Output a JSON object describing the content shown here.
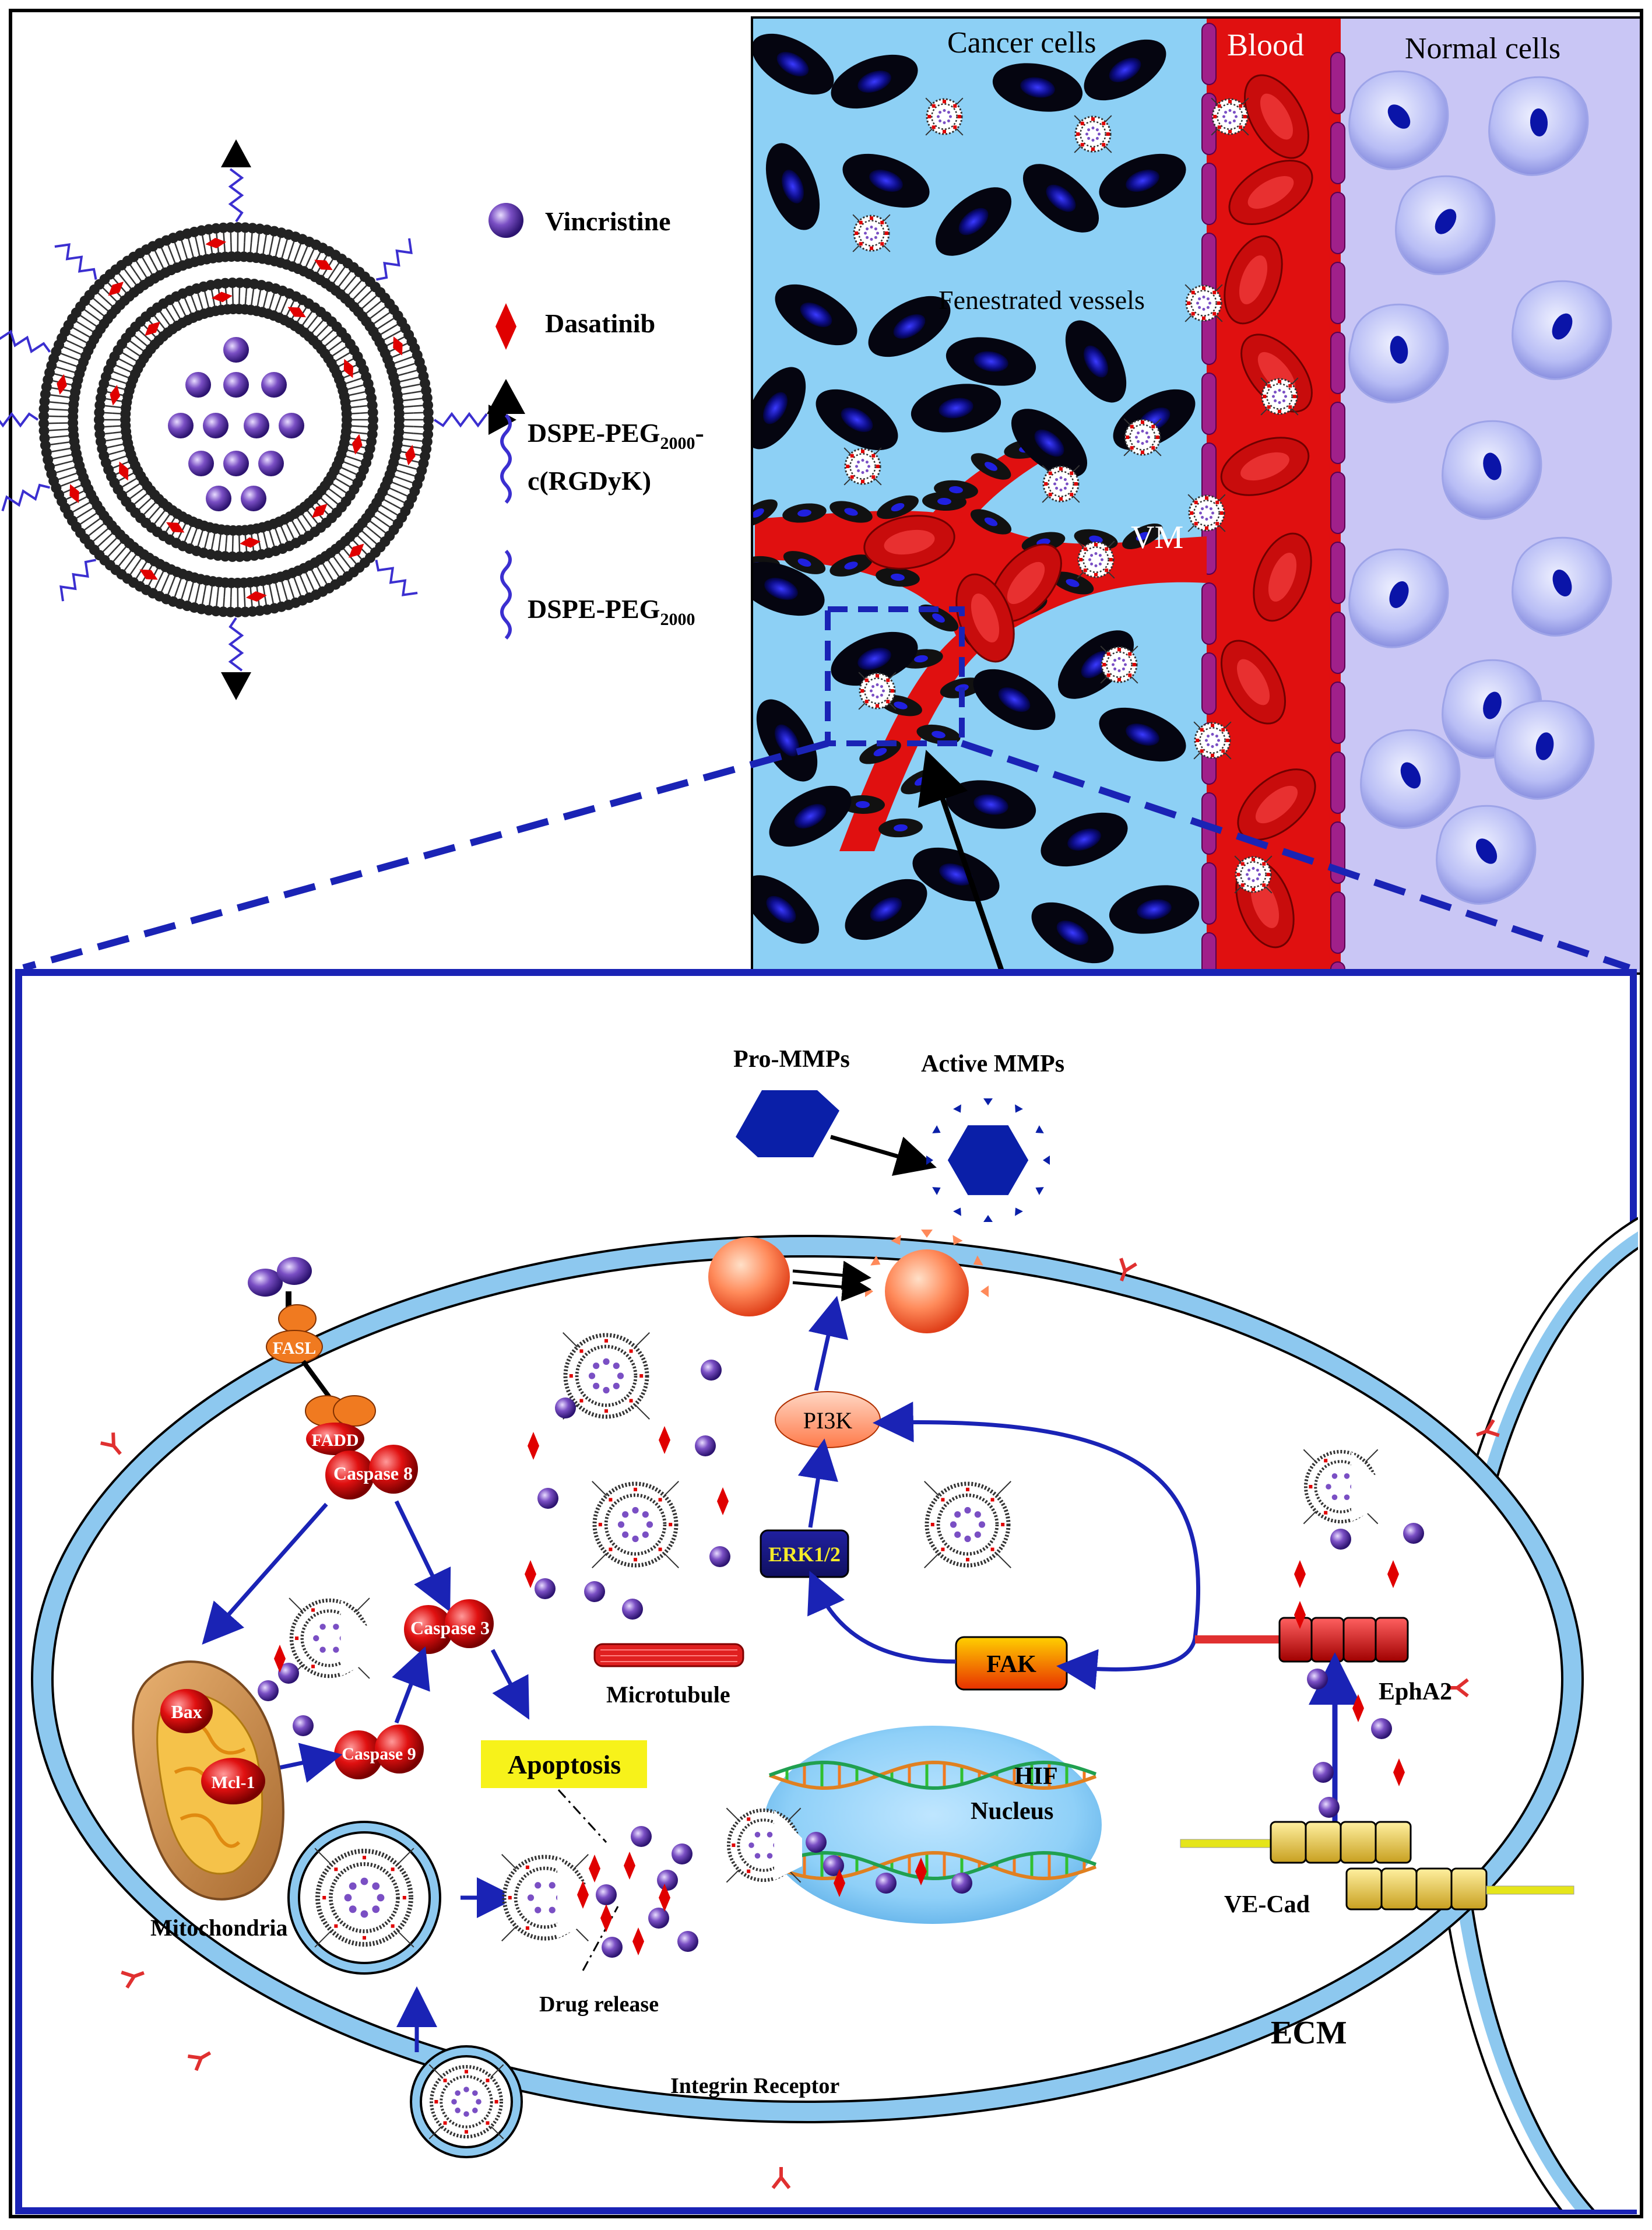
{
  "legend": {
    "vincristine": "Vincristine",
    "dasatinib": "Dasatinib",
    "dspe_rgd_line1": "DSPE-PEG",
    "dspe_rgd_sub": "2000",
    "dspe_rgd_dash": "-",
    "dspe_rgd_line2": "c(RGDyK)",
    "dspe_peg": "DSPE-PEG",
    "dspe_peg_sub": "2000"
  },
  "tissue": {
    "cancer_cells": "Cancer cells",
    "blood": "Blood",
    "normal_cells": "Normal cells",
    "fenestrated": "Fenestrated vessels",
    "vm": "VM"
  },
  "cell": {
    "pro_mmps": "Pro-MMPs",
    "active_mmps": "Active MMPs",
    "fasl": "FASL",
    "fadd": "FADD",
    "caspase8": "Caspase 8",
    "caspase3": "Caspase 3",
    "caspase9": "Caspase 9",
    "bax": "Bax",
    "mcl1": "Mcl-1",
    "mitochondria": "Mitochondria",
    "apoptosis": "Apoptosis",
    "microtubule": "Microtubule",
    "pi3k": "PI3K",
    "erk": "ERK1/2",
    "fak": "FAK",
    "epha2": "EphA2",
    "vecad": "VE-Cad",
    "hif": "HIF",
    "nucleus": "Nucleus",
    "drug_release": "Drug release",
    "integrin": "Integrin Receptor",
    "ecm": "ECM"
  },
  "colors": {
    "blue_frame": "#1a23b5",
    "tissue_bg": "#8dd0f5",
    "blood_red": "#e01010",
    "normal_bg": "#c9c6f5",
    "vincristine": "#6a3fb0",
    "dasatinib": "#e00000",
    "apoptosis_bg": "#f7f21a"
  }
}
